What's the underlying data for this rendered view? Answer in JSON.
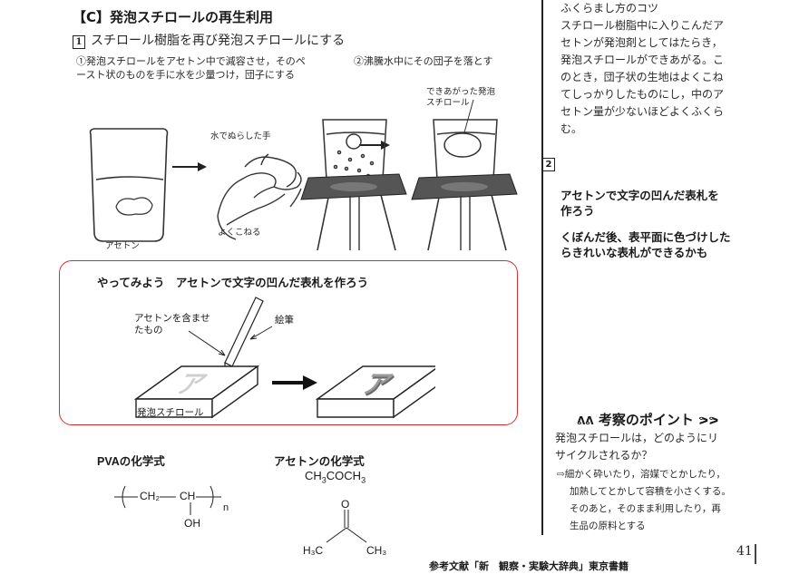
{
  "section_title": "【C】発泡スチロールの再生利用",
  "subsection": {
    "number": "1",
    "text": "スチロール樹脂を再び発泡スチロールにする"
  },
  "steps": {
    "step1_line1": "①発泡スチロールをアセトン中で減容させ，そのペ",
    "step1_line2": "ースト状のものを手に水を少量つけ，団子にする",
    "step2": "②沸騰水中にその団子を落とす"
  },
  "figure_labels": {
    "wet_hand": "水でぬらした手",
    "knead": "よくこねる",
    "acetone": "アセトン",
    "finished_line1": "できあがった発泡",
    "finished_line2": "スチロール"
  },
  "sidebar": {
    "tips_title": "ふくらまし方のコツ",
    "tips_lines": [
      "スチロール樹脂中に入りこんだア",
      "セトンが発泡剤としてはたらき，",
      "発泡スチロールができあがる。こ",
      "のとき，団子状の生地はよくこね",
      "てしっかりしたものにし，中のア",
      "セトン量が少ないほどよくふくら",
      "む。"
    ],
    "section2_number": "2",
    "section2_line1": "アセトンで文字の凹んだ表札を",
    "section2_line2": "作ろう",
    "section2_desc_line1": "くぼんだ後、表平面に色づけした",
    "section2_desc_line2": "らきれいな表札ができるかも",
    "point_title": "考察のポイント",
    "point_question_line1": "発泡スチロールは，どのようにリ",
    "point_question_line2": "サイクルされるか？",
    "point_answer_lines": [
      "⇨細かく砕いたり，溶媒でとかしたり，",
      "加熱してとかして容積を小さくする。",
      "そのあと，そのまま利用したり，再",
      "生品の原料とする"
    ]
  },
  "try_box": {
    "title": "やってみよう　アセトンで文字の凹んだ表札を作ろう",
    "label_acetone_line1": "アセトンを含ませ",
    "label_acetone_line2": "たもの",
    "label_brush": "絵筆",
    "label_styro": "発泡スチロール",
    "letter": "ア"
  },
  "pva": {
    "title": "PVAの化学式",
    "ch2": "CH₂",
    "ch": "CH",
    "oh": "OH",
    "n": "n"
  },
  "acetone_formula": {
    "title": "アセトンの化学式",
    "o": "O",
    "h3c": "H₃C",
    "ch3": "CH₃"
  },
  "footer": {
    "reference": "参考文献「新　観察・実験大辞典」東京書籍",
    "page": "41"
  }
}
